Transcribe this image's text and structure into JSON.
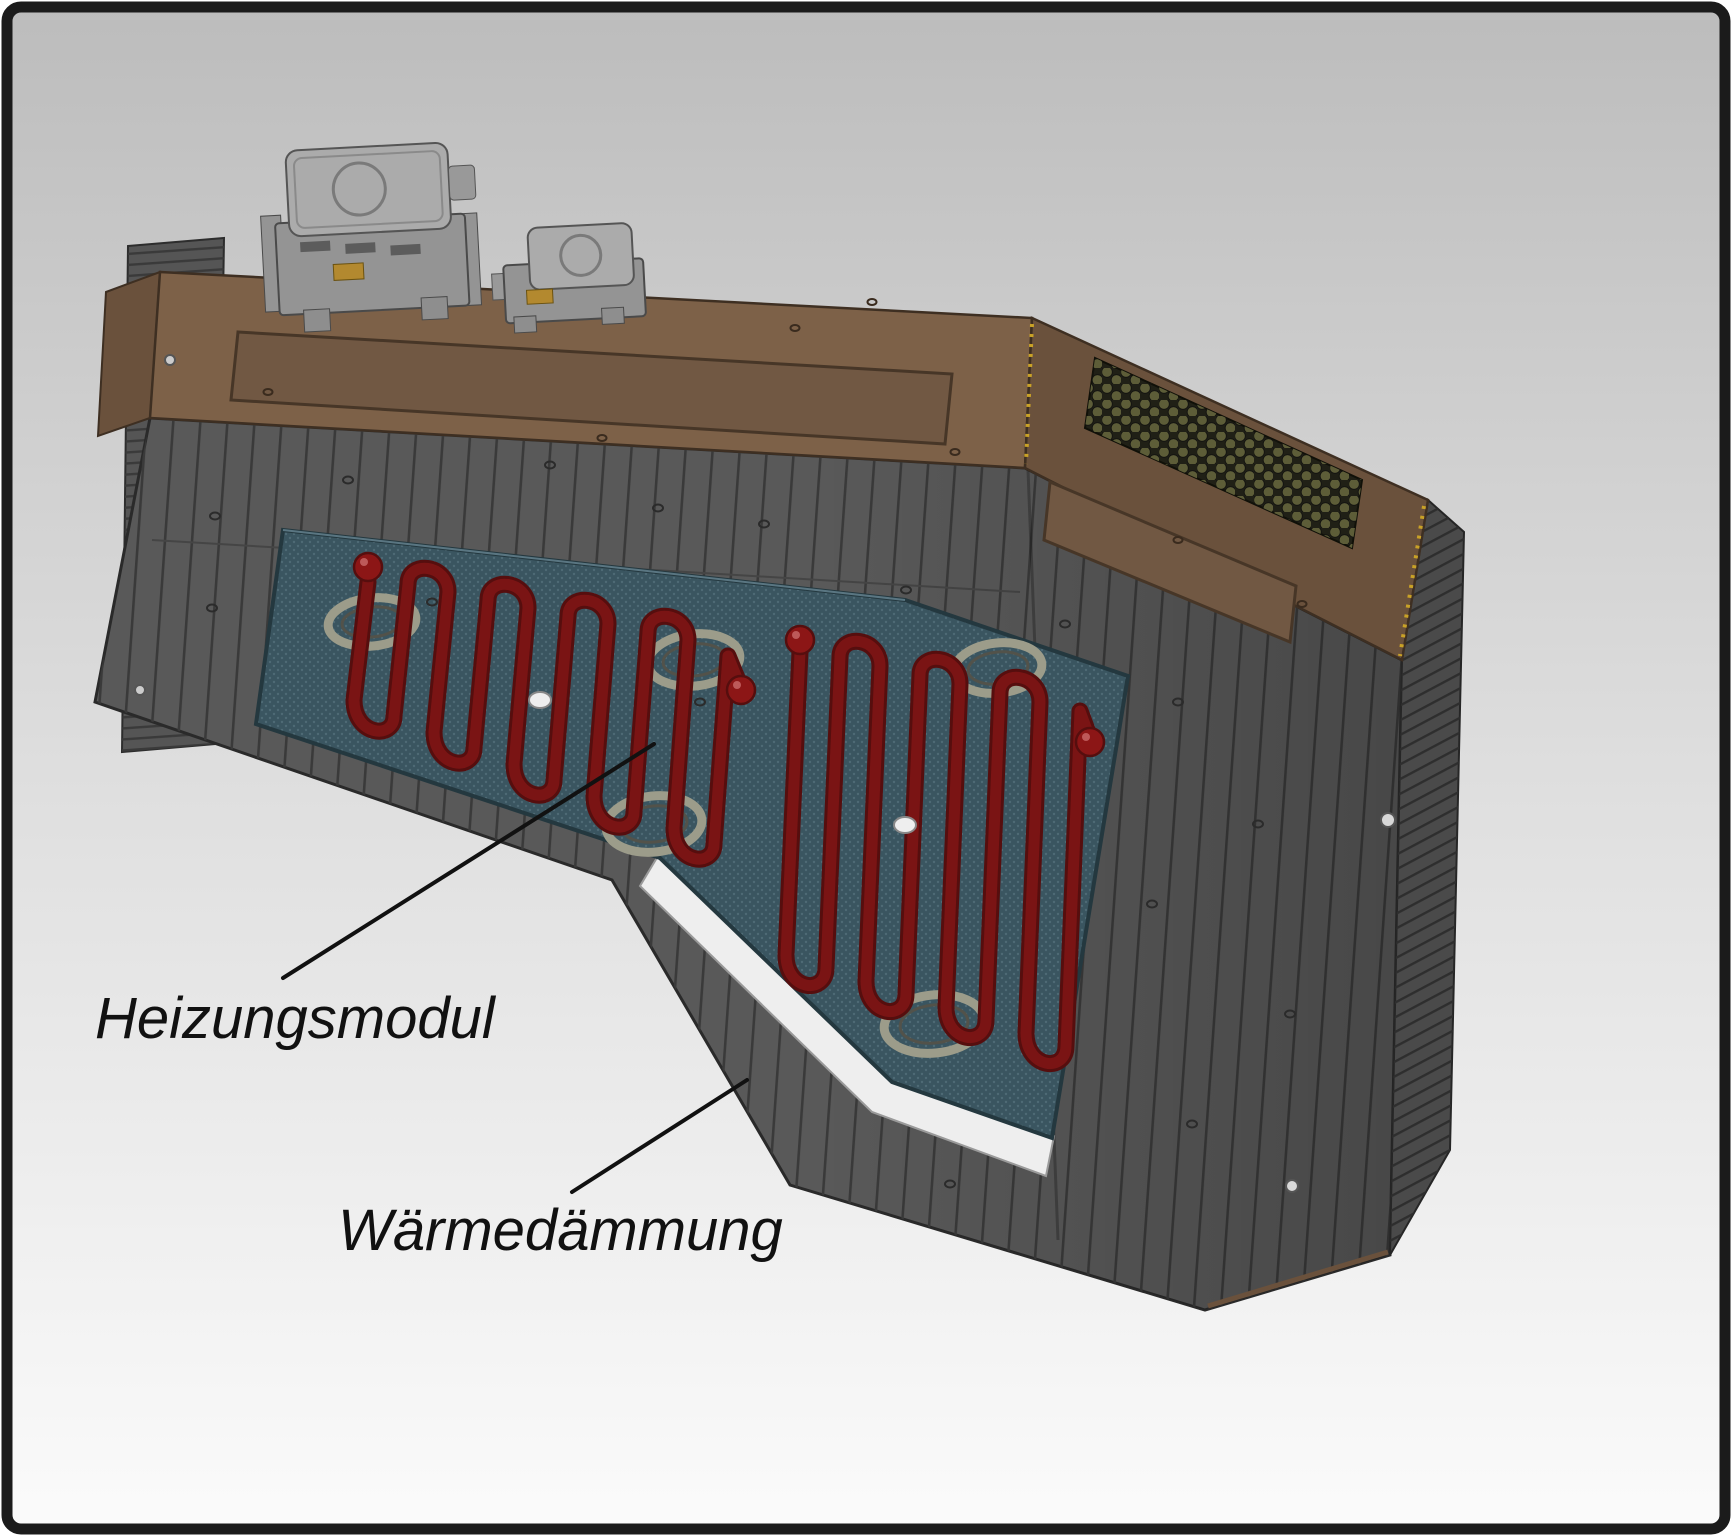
{
  "figure": {
    "annotations": [
      {
        "id": "heizungsmodul",
        "label": "Heizungsmodul"
      },
      {
        "id": "waermedaemmung",
        "label": "Wärmedämmung"
      }
    ]
  },
  "colors": {
    "bg_top": "#bcbcbc",
    "bg_mid": "#dedede",
    "bg_bottom": "#fbfbfb",
    "frame": "#1b1b1b",
    "housing_gray": "#595959",
    "side_gray": "#4a4a4a",
    "left_panel_gray": "#555555",
    "fin_line": "#3a3a3a",
    "roof_brown": "#7d6148",
    "roof_brown_dark": "#6a513c",
    "roof_inset": "#715843",
    "grille_base": "#202016",
    "grille_dot": "#5d5d38",
    "insulation_teal": "#3a5560",
    "insulation_dot": "#4e6a75",
    "insulation_edge": "#24383f",
    "coil_red": "#7a1414",
    "coil_red_dark": "#560e0e",
    "ball_red": "#8c1616",
    "ring_gray": "#9c9c8a",
    "ring_dark": "#52524a",
    "connector_light": "#ababab",
    "connector_mid": "#949494",
    "connector_dark": "#5c5c5c",
    "brass": "#b3892f",
    "screw_brass": "#c9a227",
    "white_part": "#eeeeee",
    "ink": "#111111"
  }
}
